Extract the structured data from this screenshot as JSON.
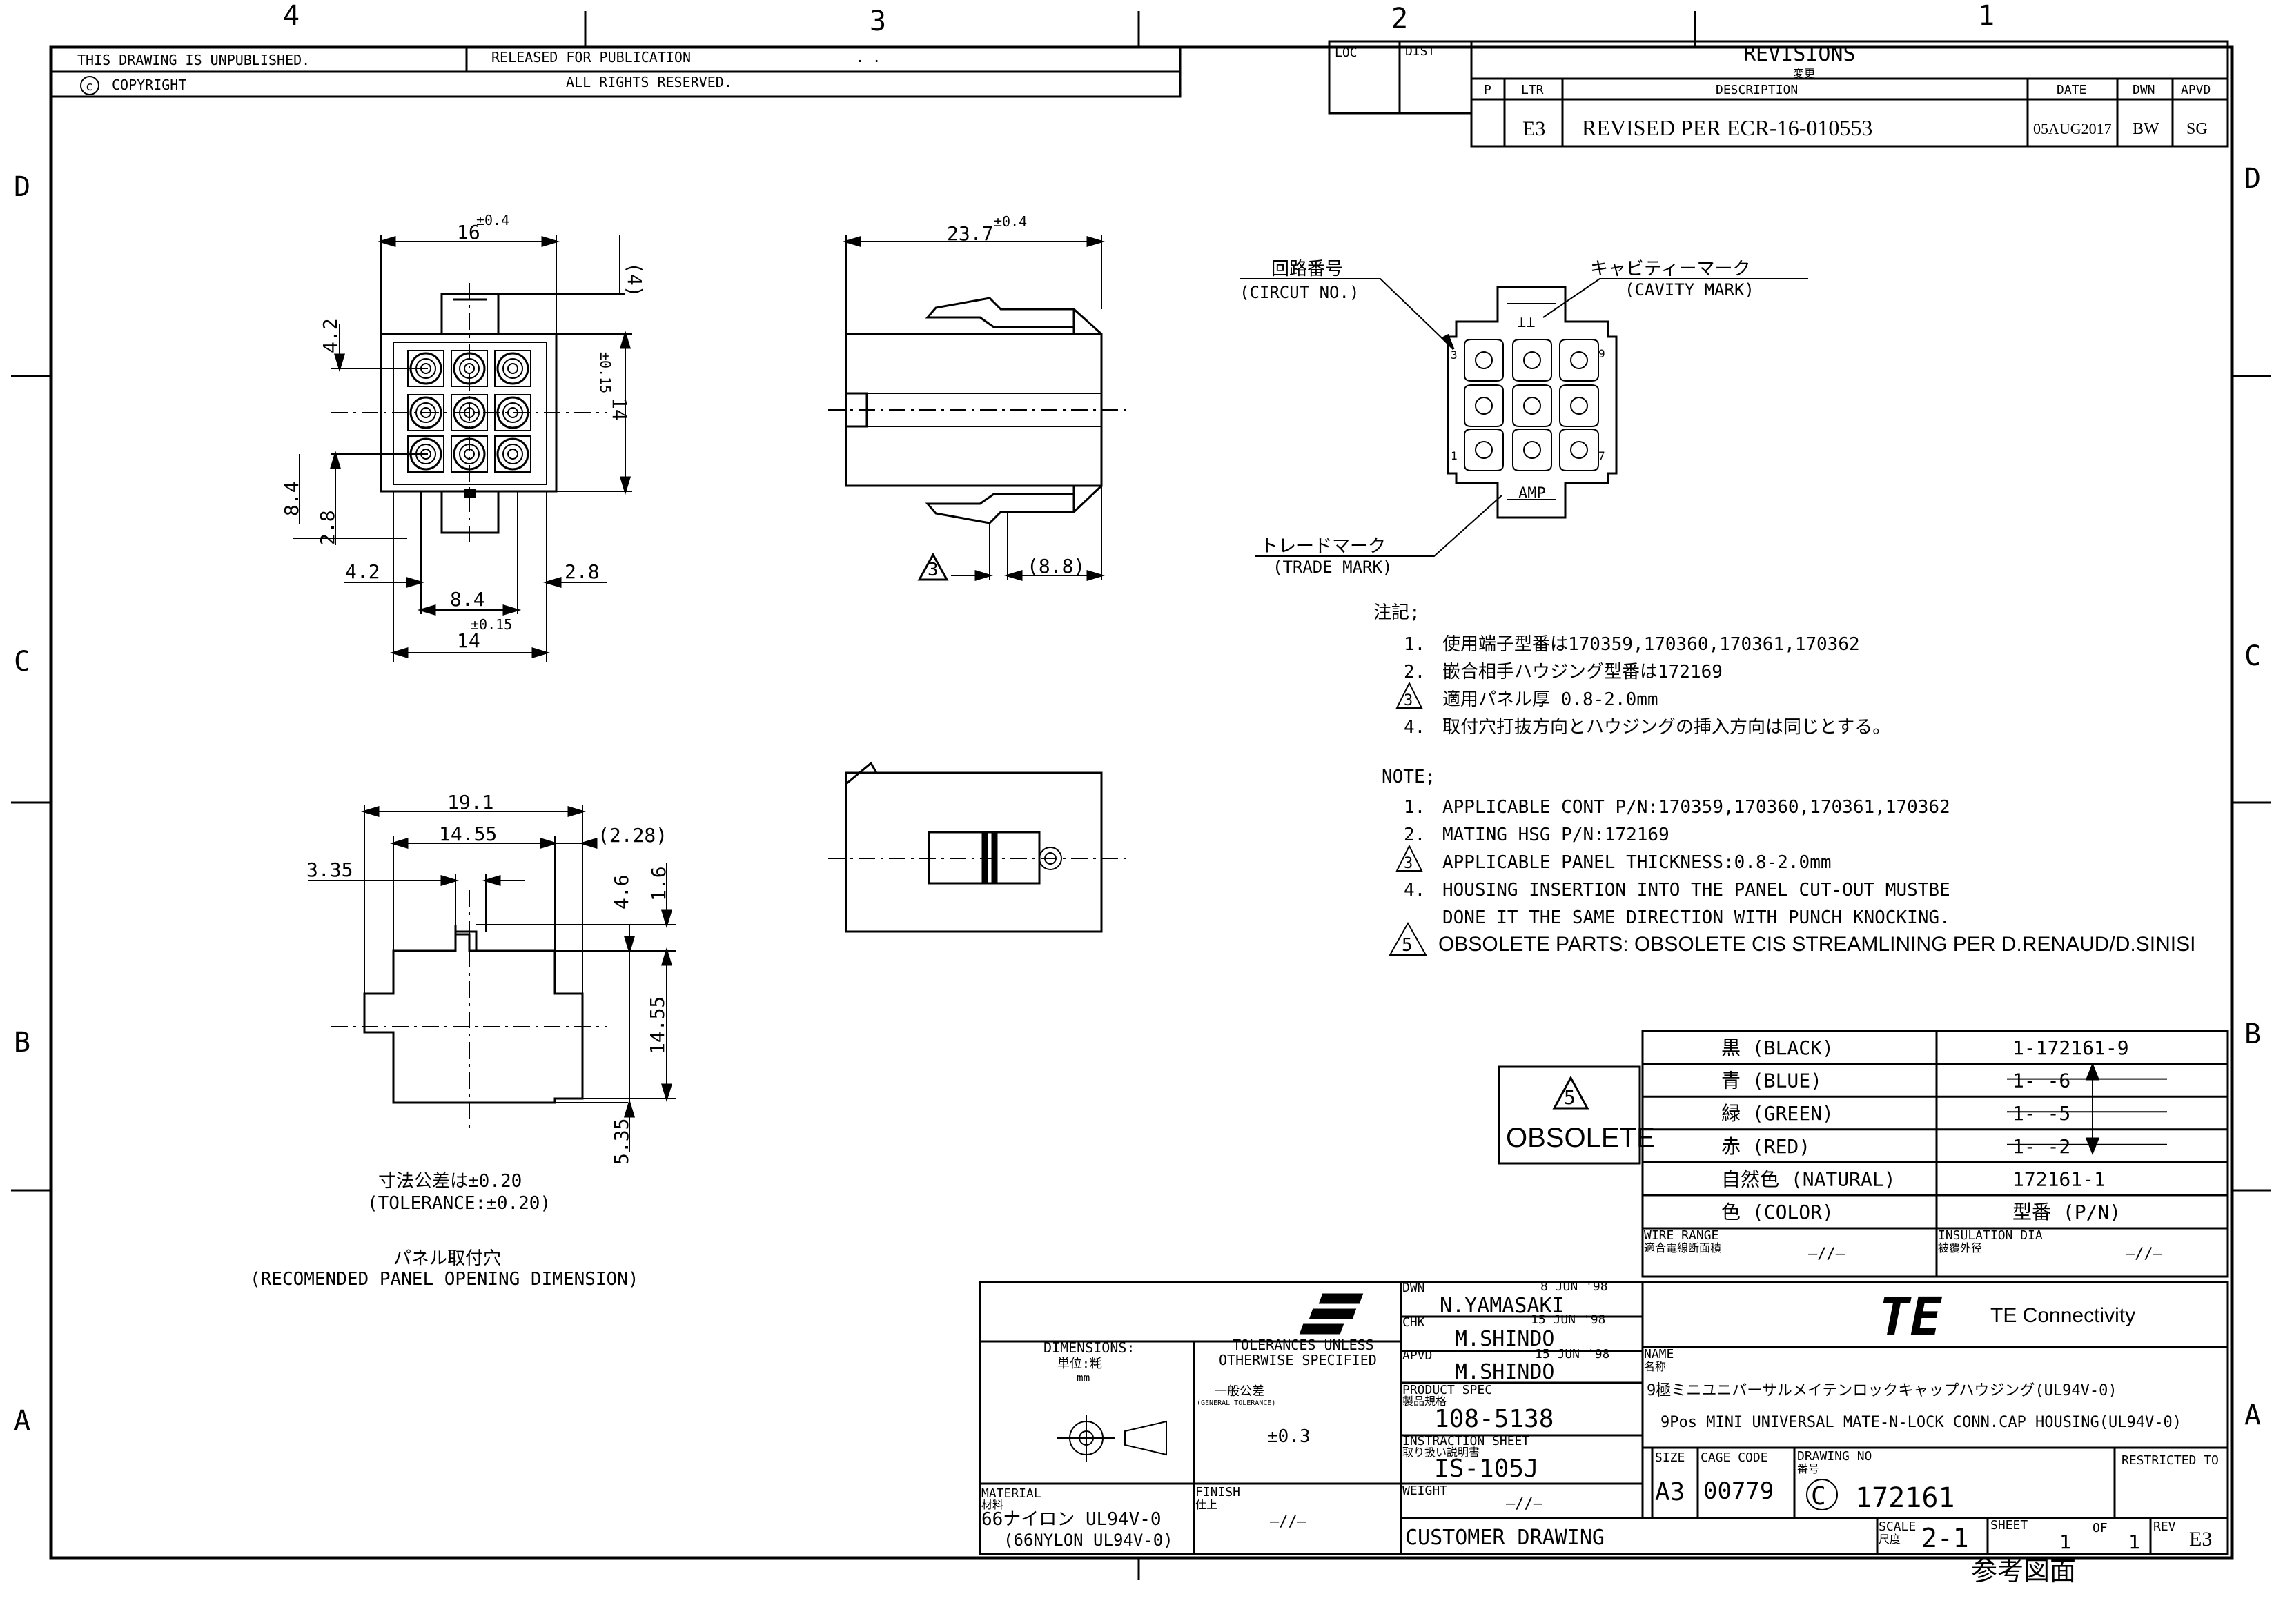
{
  "grid": {
    "columns": [
      "4",
      "3",
      "2",
      "1"
    ],
    "rows": [
      "D",
      "C",
      "B",
      "A"
    ]
  },
  "header": {
    "unpublished": "THIS DRAWING IS UNPUBLISHED.",
    "released": "RELEASED FOR PUBLICATION",
    "released_dots": ".   .",
    "copyright_symbol": "c",
    "copyright": "COPYRIGHT",
    "rights": "ALL RIGHTS RESERVED."
  },
  "loc_dist": {
    "loc": "LOC",
    "dist": "DIST"
  },
  "revisions": {
    "title": "REVISIONS",
    "title_jp": "変更",
    "headers": {
      "p": "P",
      "ltr": "LTR",
      "description": "DESCRIPTION",
      "date": "DATE",
      "dwn": "DWN",
      "apvd": "APVD"
    },
    "rows": [
      {
        "ltr": "E3",
        "description": "REVISED PER ECR-16-010553",
        "date": "05AUG2017",
        "dwn": "BW",
        "apvd": "SG"
      }
    ]
  },
  "front_view": {
    "dim_width": "16",
    "dim_width_tol": "±0.4",
    "dim_top": "(4)",
    "dim_height_tol": "±0.15",
    "dim_height": "14",
    "dim_left_42": "4.2",
    "dim_left_84": "8.4",
    "dim_left_28": "2.8",
    "dim_bottom_42": "4.2",
    "dim_bottom_28": "2.8",
    "dim_bottom_84": "8.4",
    "dim_bottom_tol": "±0.15",
    "dim_bottom_14": "14"
  },
  "side_view": {
    "dim_length": "23.7",
    "dim_length_tol": "±0.4",
    "callout_number": "3",
    "dim_88": "(8.8)"
  },
  "mating_face": {
    "circuit_jp": "回路番号",
    "circuit": "(CIRCUT NO.)",
    "cavity_jp": "キャビティーマーク",
    "cavity": "(CAVITY MARK)",
    "trade_jp": "トレードマーク",
    "trade": "(TRADE MARK)",
    "amp": "AMP",
    "pin_3": "3",
    "pin_9": "9",
    "pin_1": "1",
    "pin_7": "7"
  },
  "notes_jp": {
    "title": "注記;",
    "items": [
      {
        "num": "1.",
        "text": "使用端子型番は170359,170360,170361,170362"
      },
      {
        "num": "2.",
        "text": "嵌合相手ハウジング型番は172169"
      },
      {
        "num": "3",
        "text": "適用パネル厚 0.8-2.0mm"
      },
      {
        "num": "4.",
        "text": "取付穴打抜方向とハウジングの挿入方向は同じとする。"
      }
    ]
  },
  "notes_en": {
    "title": "NOTE;",
    "items": [
      {
        "num": "1.",
        "text": "APPLICABLE CONT P/N:170359,170360,170361,170362"
      },
      {
        "num": "2.",
        "text": "MATING HSG P/N:172169"
      },
      {
        "num": "3",
        "text": "APPLICABLE PANEL THICKNESS:0.8-2.0mm"
      },
      {
        "num": "4.",
        "text": "HOUSING INSERTION INTO THE PANEL CUT-OUT MUSTBE"
      },
      {
        "num": "",
        "text": "DONE IT THE SAME DIRECTION WITH PUNCH KNOCKING."
      },
      {
        "num": "5",
        "text": "OBSOLETE PARTS: OBSOLETE CIS STREAMLINING PER D.RENAUD/D.SINISI"
      }
    ]
  },
  "panel_view": {
    "dim_191": "19.1",
    "dim_1455": "14.55",
    "dim_228": "(2.28)",
    "dim_335": "3.35",
    "dim_46": "4.6",
    "dim_16": "1.6",
    "dim_1455_v": "14.55",
    "dim_535": "5.35",
    "tol_jp": "寸法公差は±0.20",
    "tol": "(TOLERANCE:±0.20)",
    "panel_jp": "パネル取付穴",
    "panel": "(RECOMENDED PANEL OPENING DIMENSION)"
  },
  "obsolete_box": {
    "num": "5",
    "label": "OBSOLETE"
  },
  "color_table": {
    "rows": [
      {
        "color": "黒 (BLACK)",
        "pn": "1-172161-9",
        "struck": false
      },
      {
        "color": "青 (BLUE)",
        "pn": "1-        -6",
        "struck": true
      },
      {
        "color": "緑 (GREEN)",
        "pn": "1-        -5",
        "struck": true
      },
      {
        "color": "赤 (RED)",
        "pn": "1-        -2",
        "struck": true
      },
      {
        "color": "自然色 (NATURAL)",
        "pn": "172161-1",
        "struck": false
      },
      {
        "color": "色 (COLOR)",
        "pn": "型番 (P/N)",
        "struck": false
      }
    ],
    "wire_range": "WIRE RANGE",
    "wire_range_jp": "適合電線断面積",
    "insulation": "INSULATION DIA",
    "insulation_jp": "被覆外径",
    "dash": "—//—"
  },
  "title_block": {
    "dimensions": "DIMENSIONS:",
    "unit_jp": "単位:粍",
    "unit": "mm",
    "tolerances": "TOLERANCES UNLESS",
    "otherwise": "OTHERWISE SPECIFIED",
    "general_jp": "一般公差",
    "general": "(GENERAL TOLERANCE)",
    "tol_value": "±0.3",
    "material_label": "MATERIAL",
    "material_jp_label": "材料",
    "material_jp": "66ナイロン UL94V-0",
    "material": "(66NYLON UL94V-0)",
    "finish_label": "FINISH",
    "finish_jp_label": "仕上",
    "finish": "—//—",
    "dwn_label": "DWN",
    "dwn_date": "8 JUN '98",
    "dwn_name": "N.YAMASAKI",
    "chk_label": "CHK",
    "chk_date": "15 JUN '98",
    "chk_name": "M.SHINDO",
    "apvd_label": "APVD",
    "apvd_date": "15 JUN '98",
    "apvd_name": "M.SHINDO",
    "spec_label": "PRODUCT SPEC",
    "spec_jp": "製品規格",
    "spec": "108-5138",
    "instr_label": "INSTRACTION SHEET",
    "instr_jp": "取り扱い説明書",
    "instr": "IS-105J",
    "weight_label": "WEIGHT",
    "weight": "—//—",
    "customer": "CUSTOMER DRAWING",
    "logo": "TE",
    "company": "TE Connectivity",
    "name_label": "NAME",
    "name_jp_label": "名称",
    "name_jp": "9極ミニユニバーサルメイテンロックキャップハウジング(UL94V-0)",
    "name": "9Pos MINI UNIVERSAL MATE-N-LOCK CONN.CAP HOUSING(UL94V-0)",
    "size_label": "SIZE",
    "size": "A3",
    "cage_label": "CAGE CODE",
    "cage": "00779",
    "dwgno_label": "DRAWING NO",
    "dwgno_jp": "番号",
    "dwg_prefix": "C",
    "dwgno": "172161",
    "restricted": "RESTRICTED TO",
    "scale_label": "SCALE",
    "scale_jp": "尺度",
    "scale": "2-1",
    "sheet_label": "SHEET",
    "sheet": "1",
    "of_label": "OF",
    "of": "1",
    "rev_label": "REV",
    "rev": "E3",
    "reference_jp": "参考図面"
  }
}
